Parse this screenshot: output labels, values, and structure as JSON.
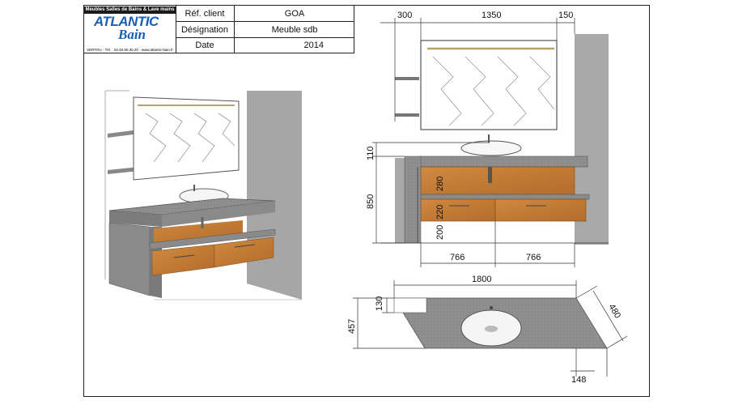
{
  "title_block": {
    "logo": {
      "tagline": "Meubles Salles de Bains & Lave mains",
      "brand_line1": "ATLANTIC",
      "brand_line2": "Bain",
      "contact": "VERTOU - Tél. : 02.40.80.30.20 - www.atlantic-bain.fr"
    },
    "rows": [
      {
        "label": "Réf. client",
        "value": "GOA"
      },
      {
        "label": "Désignation",
        "value": "Meuble sdb"
      },
      {
        "label": "Date",
        "value": "2014"
      }
    ]
  },
  "front_view": {
    "dims": {
      "top_left": "300",
      "top_mid": "1350",
      "top_right": "150",
      "basin_height": "110",
      "total_height": "850",
      "drawer_upper": "280",
      "drawer_lower": "220",
      "floor_gap": "200",
      "width_left": "766",
      "width_right": "766"
    }
  },
  "top_view": {
    "dims": {
      "length": "1800",
      "depth_left": "457",
      "notch": "130",
      "depth_right": "480",
      "bottom_right": "148"
    }
  },
  "colors": {
    "stone": "#8c8c8c",
    "wood": "#c9843c",
    "wall": "#a9a9a9",
    "line": "#222222"
  }
}
